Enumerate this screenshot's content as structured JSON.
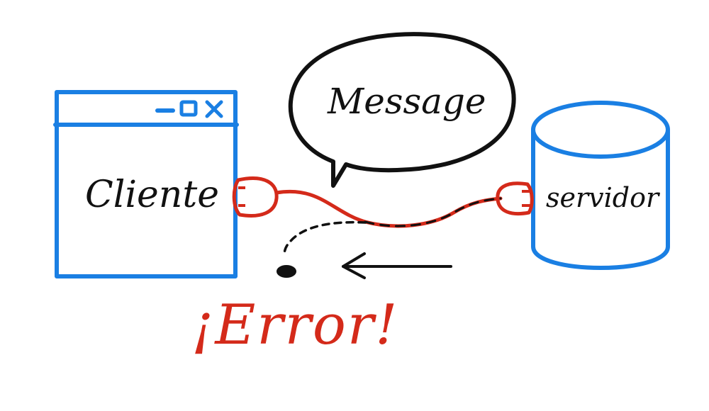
{
  "client": {
    "label": "Cliente",
    "window_controls": [
      "-",
      "□",
      "x"
    ]
  },
  "server": {
    "label": "servidor"
  },
  "message": {
    "label": "Message"
  },
  "error": {
    "label": "¡Error!"
  },
  "colors": {
    "client_window": "#1a7fe3",
    "server_cylinder": "#1a7fe3",
    "cable": "#d42a1a",
    "error_text": "#d42a1a",
    "ink": "#111111"
  }
}
